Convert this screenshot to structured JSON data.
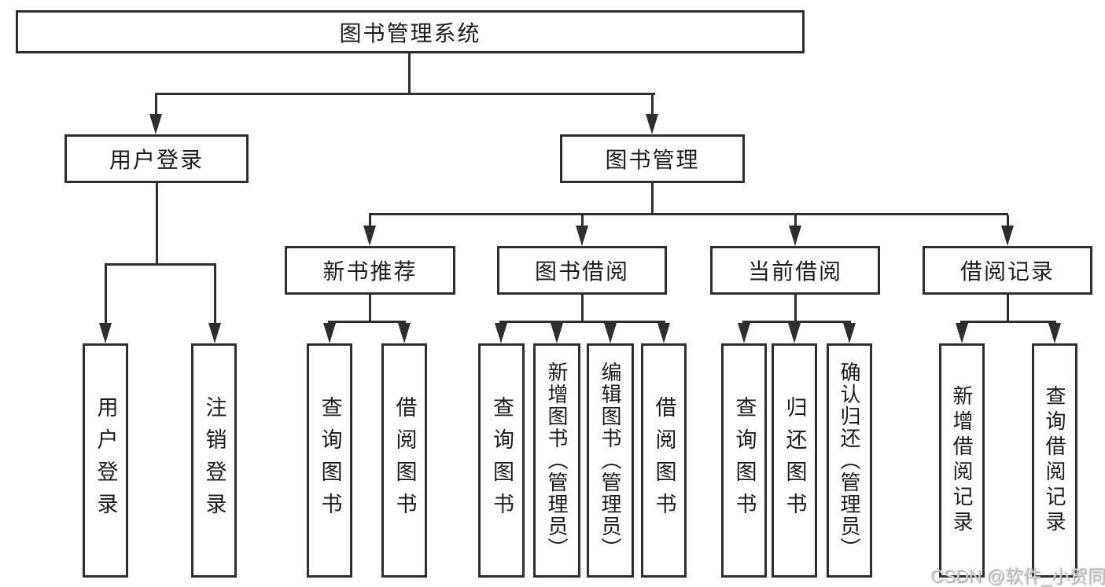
{
  "diagram": {
    "root": {
      "label": "图书管理系统"
    },
    "user_login": {
      "label": "用户登录",
      "children": [
        {
          "label": "用户登录"
        },
        {
          "label": "注销登录"
        }
      ]
    },
    "book_mgmt": {
      "label": "图书管理"
    },
    "new_book_rec": {
      "label": "新书推荐",
      "children": [
        {
          "label": "查询图书"
        },
        {
          "label": "借阅图书"
        }
      ]
    },
    "book_borrow": {
      "label": "图书借阅",
      "children": [
        {
          "label": "查询图书"
        },
        {
          "label": "新增图书（管理员）"
        },
        {
          "label": "编辑图书（管理员）"
        },
        {
          "label": "借阅图书"
        }
      ]
    },
    "current_borrow": {
      "label": "当前借阅",
      "children": [
        {
          "label": "查询图书"
        },
        {
          "label": "归还图书"
        },
        {
          "label": "确认归还（管理员）"
        }
      ]
    },
    "borrow_records": {
      "label": "借阅记录",
      "children": [
        {
          "label": "新增借阅记录"
        },
        {
          "label": "查询借阅记录"
        }
      ]
    }
  },
  "watermark": {
    "text": "CSDN @软件_小贺同学"
  },
  "colors": {
    "line": "#2e2e2e",
    "box_border": "#2e2e2e",
    "box_fill": "#ffffff",
    "text": "#1c1c1c",
    "watermark": "#d2d2d2"
  }
}
